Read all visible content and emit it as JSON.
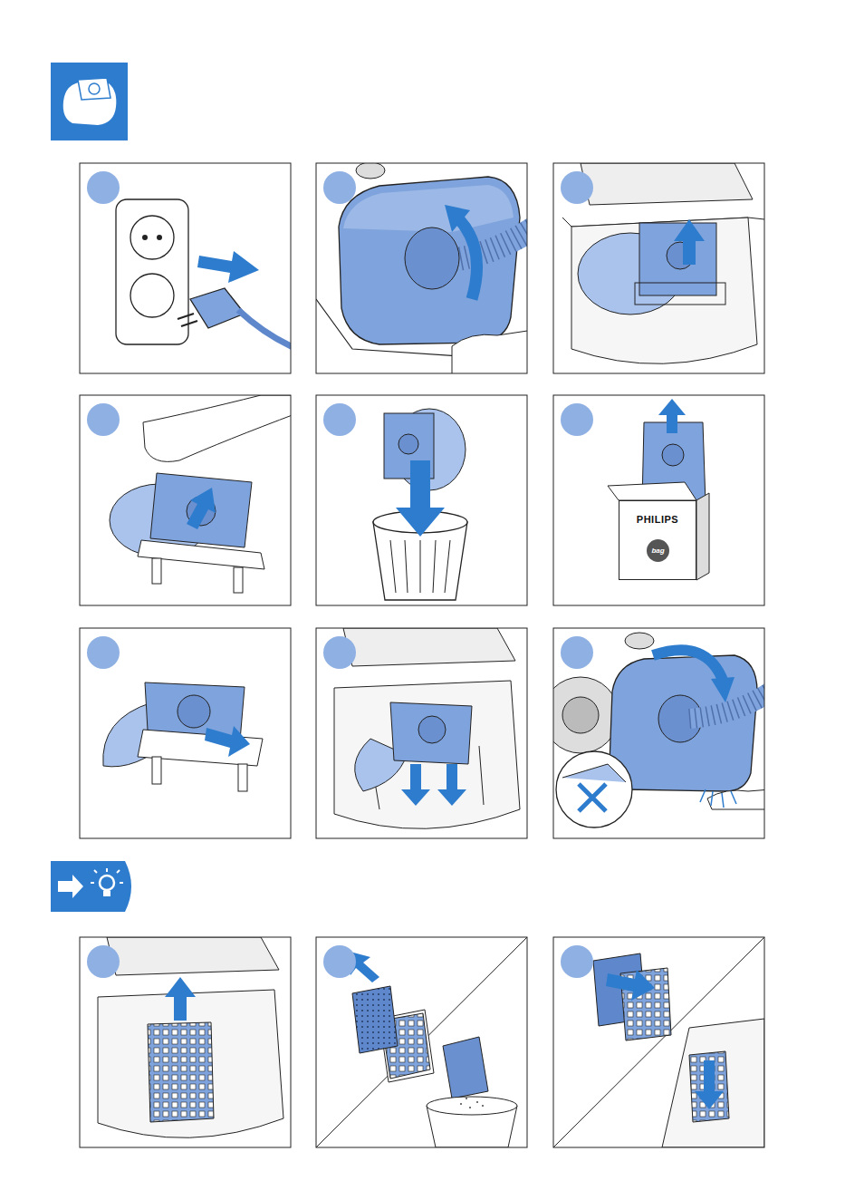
{
  "diagram": {
    "nodes": [
      {
        "text": [
          "PHILIPS"
        ]
      },
      {
        "text": [
          "bag"
        ],
        "in": 0
      }
    ]
  }
}
